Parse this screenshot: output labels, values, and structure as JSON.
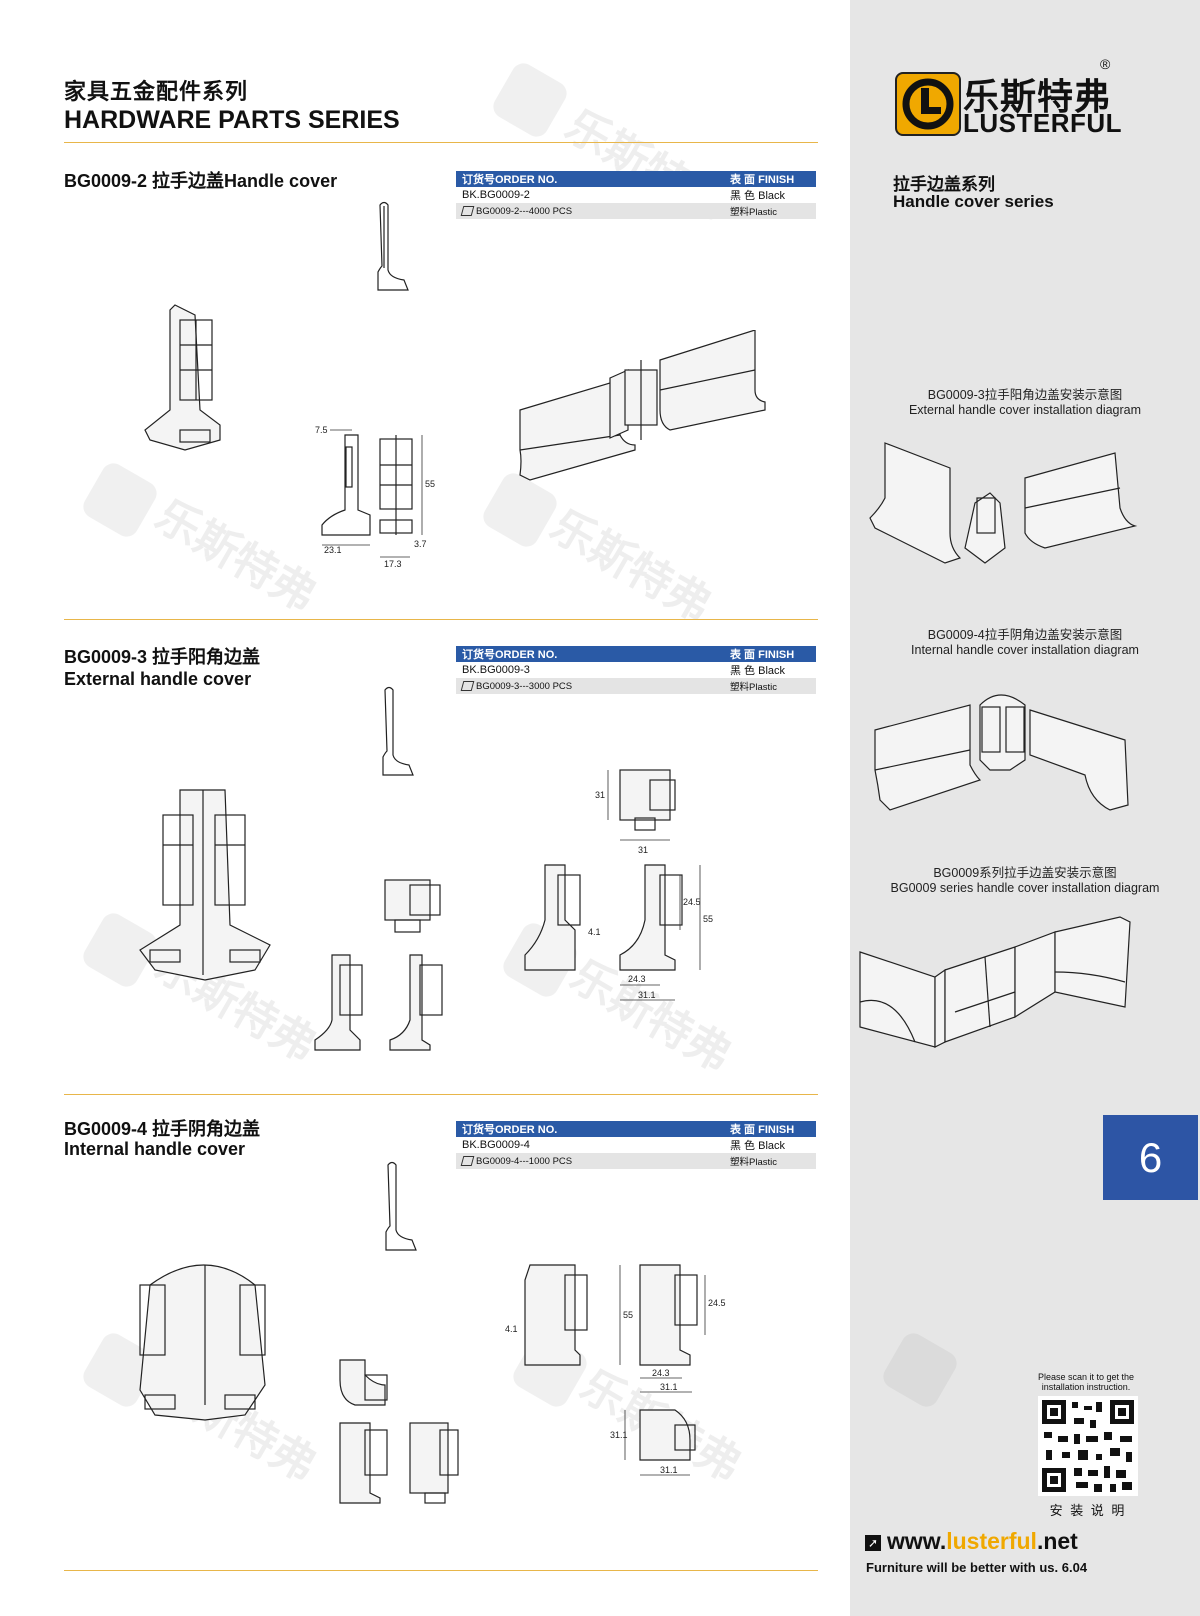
{
  "header": {
    "title_cn": "家具五金配件系列",
    "title_en": "HARDWARE PARTS SERIES"
  },
  "brand": {
    "name_cn": "乐斯特弗",
    "name_en": "LUSTERFUL",
    "registered": "®",
    "logo_color": "#f0a800"
  },
  "sidebar": {
    "series_cn": "拉手边盖系列",
    "series_en": "Handle cover series",
    "diagrams": [
      {
        "cn": "BG0009-3拉手阳角边盖安装示意图",
        "en": "External handle cover installation diagram"
      },
      {
        "cn": "BG0009-4拉手阴角边盖安装示意图",
        "en": "Internal handle cover installation diagram"
      },
      {
        "cn": "BG0009系列拉手边盖安装示意图",
        "en": "BG0009 series handle cover installation diagram"
      }
    ],
    "page_number": "6",
    "qr_note": "Please scan it to get the installation instruction.",
    "qr_caption": "安 装 说 明",
    "website_prefix": "www.",
    "website_name": "lusterful",
    "website_suffix": ".net",
    "slogan": "Furniture will be better with us.",
    "version": "6.04"
  },
  "table_header": {
    "order": "订货号ORDER NO.",
    "finish": "表 面 FINISH"
  },
  "sections": [
    {
      "title_line1": "BG0009-2 拉手边盖Handle cover",
      "title_line2": "",
      "order_no": "BK.BG0009-2",
      "finish": "黑 色 Black",
      "package": "BG0009-2---4000 PCS",
      "material": "塑料Plastic",
      "dims": [
        "7.5",
        "55",
        "23.1",
        "3.7",
        "17.3"
      ]
    },
    {
      "title_line1": "BG0009-3 拉手阳角边盖",
      "title_line2": "External handle cover",
      "order_no": "BK.BG0009-3",
      "finish": "黑 色 Black",
      "package": "BG0009-3---3000 PCS",
      "material": "塑料Plastic",
      "dims": [
        "31",
        "31",
        "4.1",
        "24.5",
        "55",
        "24.3",
        "31.1"
      ]
    },
    {
      "title_line1": "BG0009-4 拉手阴角边盖",
      "title_line2": "Internal handle cover",
      "order_no": "BK.BG0009-4",
      "finish": "黑 色 Black",
      "package": "BG0009-4---1000 PCS",
      "material": "塑料Plastic",
      "dims": [
        "4.1",
        "55",
        "24.5",
        "24.3",
        "31.1",
        "31.1",
        "31.1"
      ]
    }
  ],
  "colors": {
    "accent_blue": "#2a5aa6",
    "rule_gold": "#e8b64a",
    "sidebar_gray": "#e6e6e6"
  }
}
